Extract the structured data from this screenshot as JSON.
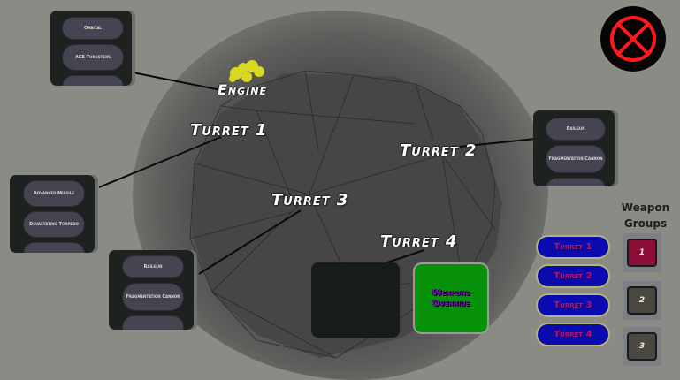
{
  "ship": {
    "labels": {
      "engine": "Engine",
      "turret1": "Turret 1",
      "turret2": "Turret 2",
      "turret3": "Turret 3",
      "turret4": "Turret 4"
    }
  },
  "panels": {
    "engine": {
      "options": [
        "Orbital",
        "ACE Thrusters",
        ""
      ]
    },
    "turret1": {
      "options": [
        "Advanced Missile",
        "Devastating Torpedo",
        ""
      ]
    },
    "turret2": {
      "options": [
        "Railgun",
        "Fragmentation Cannon",
        ""
      ]
    },
    "turret3": {
      "options": [
        "Railgun",
        "Fragmentation Cannon",
        ""
      ]
    }
  },
  "controls": {
    "close_icon": "close-x-icon",
    "override_label": "Weapons Override",
    "turret_buttons": [
      "Turret 1",
      "Turret 2",
      "Turret 3",
      "Turret 4"
    ]
  },
  "weapon_groups": {
    "title": "Weapon Groups",
    "groups": [
      {
        "label": "1",
        "color": "#8e0e3a",
        "active": true
      },
      {
        "label": "2",
        "color": "#4a4741",
        "active": false
      },
      {
        "label": "3",
        "color": "#4a4741",
        "active": false
      }
    ]
  },
  "colors": {
    "background": "#8a8b85",
    "panel": "#1d2220",
    "override": "#07910a",
    "turret_button": "#0b0bb0",
    "turret_text": "#b3137f",
    "close_ring": "#ff1a1a"
  }
}
